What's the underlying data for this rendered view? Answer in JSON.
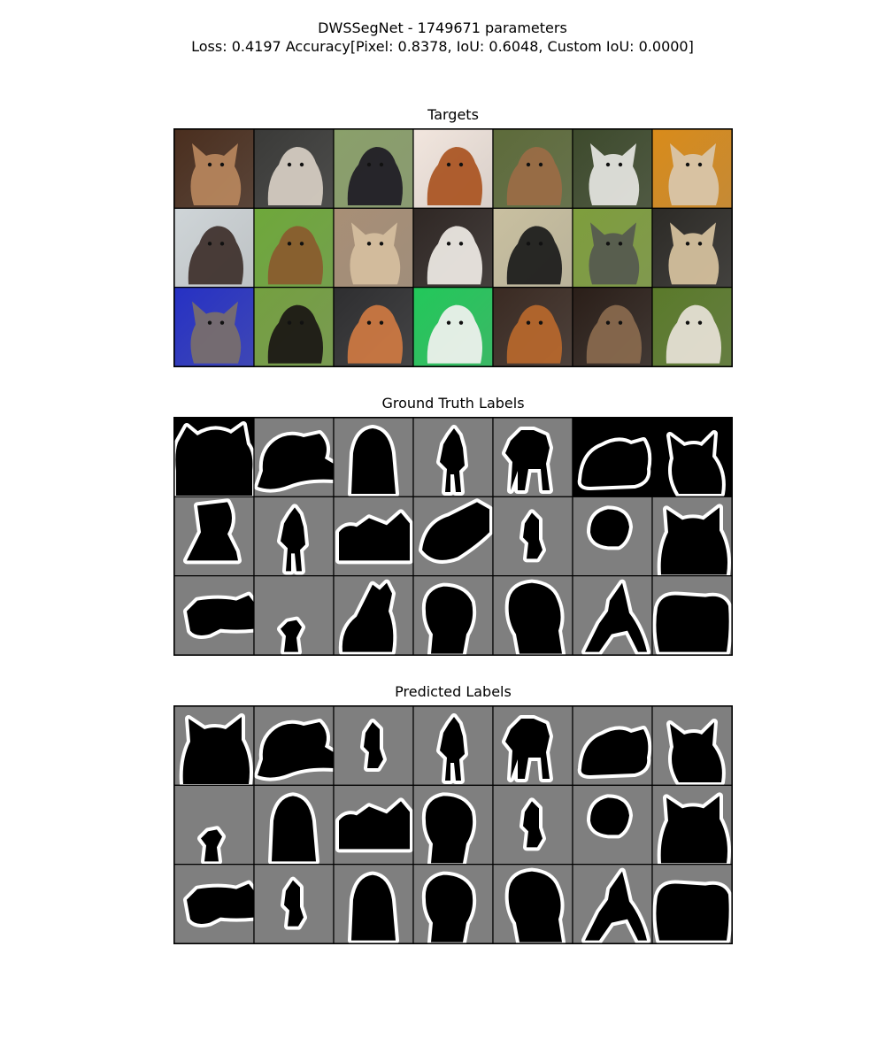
{
  "figure": {
    "title_line_1": "DWSSegNet - 1749671 parameters",
    "title_line_2": "Loss: 0.4197 Accuracy[Pixel: 0.8378, IoU: 0.6048, Custom IoU: 0.0000]"
  },
  "panels": {
    "targets": {
      "title": "Targets",
      "rows": 3,
      "cols": 7,
      "tiles": [
        {
          "subject": "cat",
          "colors": [
            "#b9875d",
            "#4a2e1e"
          ]
        },
        {
          "subject": "dog",
          "colors": [
            "#d8cfc4",
            "#3a3a38"
          ]
        },
        {
          "subject": "dog",
          "colors": [
            "#1d1b24",
            "#8aa06a"
          ]
        },
        {
          "subject": "dog",
          "colors": [
            "#a9521f",
            "#f2e6de"
          ]
        },
        {
          "subject": "dog",
          "colors": [
            "#9b6b45",
            "#5d6b3a"
          ]
        },
        {
          "subject": "cat",
          "colors": [
            "#e6e6e2",
            "#3d4a2c"
          ]
        },
        {
          "subject": "cat",
          "colors": [
            "#d9c7ad",
            "#d98b1a"
          ]
        },
        {
          "subject": "dog",
          "colors": [
            "#3d2f2a",
            "#cfd5d8"
          ]
        },
        {
          "subject": "dog",
          "colors": [
            "#8a5a2e",
            "#6ea83a"
          ]
        },
        {
          "subject": "cat",
          "colors": [
            "#d6bfa0",
            "#a88f76"
          ]
        },
        {
          "subject": "dog",
          "colors": [
            "#f0ece6",
            "#2f2724"
          ]
        },
        {
          "subject": "dog",
          "colors": [
            "#1a1a1a",
            "#c9c0a0"
          ]
        },
        {
          "subject": "cat",
          "colors": [
            "#55594f",
            "#7e9e3c"
          ]
        },
        {
          "subject": "cat",
          "colors": [
            "#d8c39f",
            "#2c2a26"
          ]
        },
        {
          "subject": "cat",
          "colors": [
            "#7a6f6a",
            "#2631c4"
          ]
        },
        {
          "subject": "dog",
          "colors": [
            "#1a1614",
            "#74a040"
          ]
        },
        {
          "subject": "dog",
          "colors": [
            "#cf7a42",
            "#2e2e30"
          ]
        },
        {
          "subject": "dog",
          "colors": [
            "#f2f2f0",
            "#22c85a"
          ]
        },
        {
          "subject": "dog",
          "colors": [
            "#b8682c",
            "#3a2a22"
          ]
        },
        {
          "subject": "dog",
          "colors": [
            "#8a6a4e",
            "#2a1e18"
          ]
        },
        {
          "subject": "dog",
          "colors": [
            "#e8e2d8",
            "#5a7a2a"
          ]
        }
      ]
    },
    "ground_truth": {
      "title": "Ground Truth Labels",
      "rows": 3,
      "cols": 7,
      "tiles": [
        {
          "shape": "cat-wide",
          "background": "#000000"
        },
        {
          "shape": "dog-lying",
          "background": "#7f7f7f"
        },
        {
          "shape": "dog-dome",
          "background": "#7f7f7f"
        },
        {
          "shape": "dog-standing-small",
          "background": "#7f7f7f"
        },
        {
          "shape": "dog-standing",
          "background": "#7f7f7f"
        },
        {
          "shape": "cat-lying",
          "background": "#000000"
        },
        {
          "shape": "cat-sitting",
          "background": "#000000"
        },
        {
          "shape": "dog-head",
          "background": "#7f7f7f"
        },
        {
          "shape": "dog-standing-small",
          "background": "#7f7f7f"
        },
        {
          "shape": "cat-loaf",
          "background": "#7f7f7f"
        },
        {
          "shape": "dog-diagonal",
          "background": "#7f7f7f"
        },
        {
          "shape": "dog-tiny",
          "background": "#7f7f7f"
        },
        {
          "shape": "cat-round",
          "background": "#7f7f7f"
        },
        {
          "shape": "cat-big",
          "background": "#7f7f7f"
        },
        {
          "shape": "cat-stretch",
          "background": "#7f7f7f"
        },
        {
          "shape": "dog-small-far",
          "background": "#7f7f7f"
        },
        {
          "shape": "dog-sitting",
          "background": "#7f7f7f"
        },
        {
          "shape": "dog-face",
          "background": "#7f7f7f"
        },
        {
          "shape": "dog-face-large",
          "background": "#7f7f7f"
        },
        {
          "shape": "dog-lying-side",
          "background": "#7f7f7f"
        },
        {
          "shape": "dog-bulldog",
          "background": "#7f7f7f"
        }
      ]
    },
    "predicted": {
      "title": "Predicted Labels",
      "rows": 3,
      "cols": 7,
      "tiles": [
        {
          "shape": "cat-big",
          "background": "#7f7f7f"
        },
        {
          "shape": "dog-lying",
          "background": "#7f7f7f"
        },
        {
          "shape": "dog-tiny",
          "background": "#7f7f7f"
        },
        {
          "shape": "dog-standing-small",
          "background": "#7f7f7f"
        },
        {
          "shape": "dog-standing",
          "background": "#7f7f7f"
        },
        {
          "shape": "cat-lying",
          "background": "#7f7f7f"
        },
        {
          "shape": "cat-sitting",
          "background": "#7f7f7f"
        },
        {
          "shape": "dog-small-far",
          "background": "#7f7f7f"
        },
        {
          "shape": "dog-dome",
          "background": "#7f7f7f"
        },
        {
          "shape": "cat-loaf",
          "background": "#7f7f7f"
        },
        {
          "shape": "dog-face",
          "background": "#7f7f7f"
        },
        {
          "shape": "dog-tiny",
          "background": "#7f7f7f"
        },
        {
          "shape": "cat-round",
          "background": "#7f7f7f"
        },
        {
          "shape": "cat-big",
          "background": "#7f7f7f"
        },
        {
          "shape": "cat-stretch",
          "background": "#7f7f7f"
        },
        {
          "shape": "dog-tiny",
          "background": "#7f7f7f"
        },
        {
          "shape": "dog-dome",
          "background": "#7f7f7f"
        },
        {
          "shape": "dog-face",
          "background": "#7f7f7f"
        },
        {
          "shape": "dog-face-large",
          "background": "#7f7f7f"
        },
        {
          "shape": "dog-lying-side",
          "background": "#7f7f7f"
        },
        {
          "shape": "dog-bulldog",
          "background": "#7f7f7f"
        }
      ]
    }
  }
}
